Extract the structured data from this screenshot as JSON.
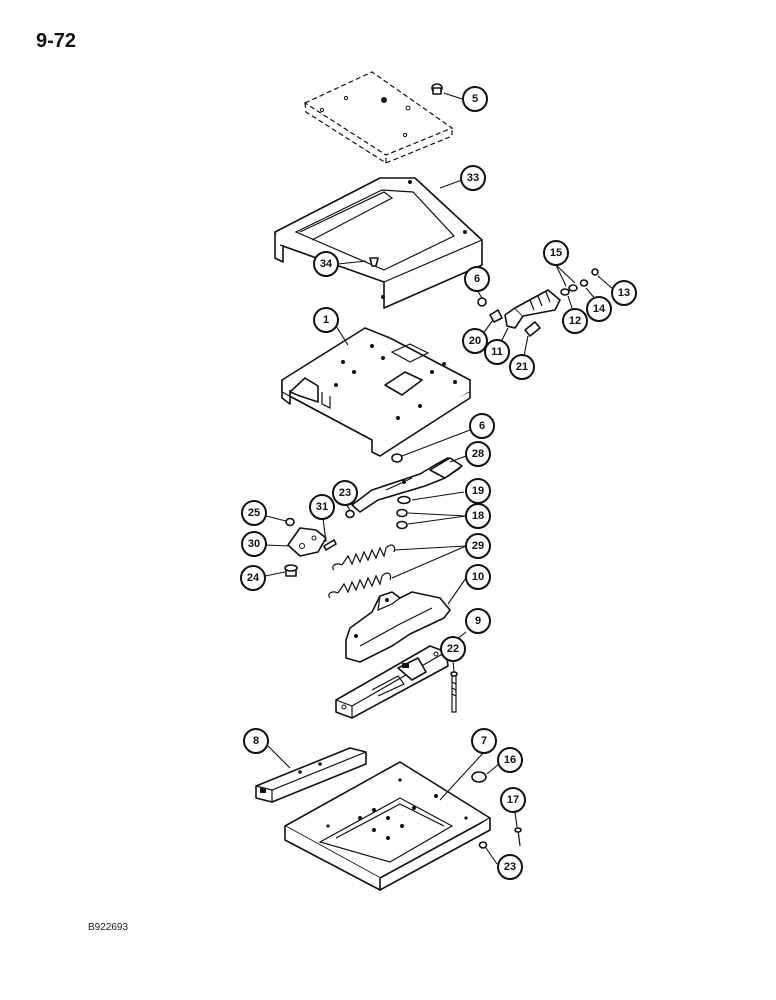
{
  "page": {
    "number": "9-72",
    "figure_code": "B922693"
  },
  "callouts": [
    {
      "label": "5"
    },
    {
      "label": "33"
    },
    {
      "label": "34"
    },
    {
      "label": "6"
    },
    {
      "label": "15"
    },
    {
      "label": "13"
    },
    {
      "label": "14"
    },
    {
      "label": "12"
    },
    {
      "label": "20"
    },
    {
      "label": "11"
    },
    {
      "label": "21"
    },
    {
      "label": "1"
    },
    {
      "label": "6"
    },
    {
      "label": "28"
    },
    {
      "label": "19"
    },
    {
      "label": "18"
    },
    {
      "label": "23"
    },
    {
      "label": "25"
    },
    {
      "label": "31"
    },
    {
      "label": "30"
    },
    {
      "label": "29"
    },
    {
      "label": "24"
    },
    {
      "label": "10"
    },
    {
      "label": "9"
    },
    {
      "label": "22"
    },
    {
      "label": "8"
    },
    {
      "label": "7"
    },
    {
      "label": "16"
    },
    {
      "label": "17"
    },
    {
      "label": "23"
    }
  ]
}
